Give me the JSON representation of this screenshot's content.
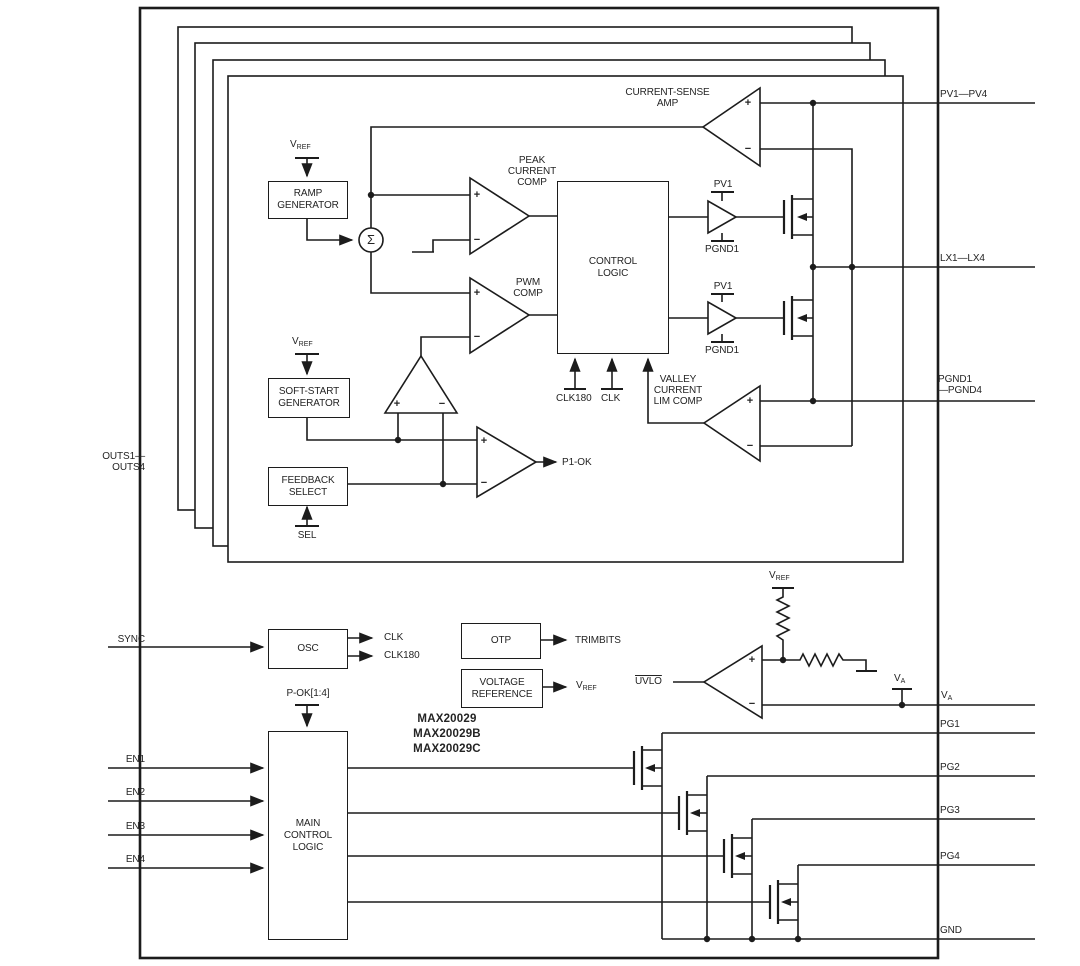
{
  "colors": {
    "ink": "#1c1c1c",
    "background": "#ffffff"
  },
  "symbols": {
    "plus": "+",
    "minus": "−",
    "sigma": "Σ"
  },
  "vlabels": {
    "v": "V",
    "ref": "REF",
    "a": "A"
  },
  "parts": {
    "l1": "MAX20029",
    "l2": "MAX20029B",
    "l3": "MAX20029C"
  },
  "blocks": {
    "ramp": "RAMP\nGENERATOR",
    "soft_start": "SOFT-START\nGENERATOR",
    "feedback_select": "FEEDBACK\nSELECT",
    "control_logic": "CONTROL\nLOGIC",
    "osc": "OSC",
    "otp": "OTP",
    "voltage_reference": "VOLTAGE\nREFERENCE",
    "main_control_logic": "MAIN\nCONTROL\nLOGIC"
  },
  "labels": {
    "current_sense_amp": "CURRENT-SENSE\nAMP",
    "peak_current_comp": "PEAK\nCURRENT\nCOMP",
    "pwm_comp": "PWM\nCOMP",
    "valley_comp": "VALLEY\nCURRENT\nLIM COMP",
    "pv1": "PV1",
    "pgnd1": "PGND1",
    "pv1_pv4": "PV1—PV4",
    "lx1_lx4": "LX1—LX4",
    "pgnd1_pgnd4": "PGND1\n—PGND4",
    "outs": "OUTS1—\nOUTS4",
    "sel": "SEL",
    "p1_ok": "P1-OK",
    "clk": "CLK",
    "clk180": "CLK180",
    "sync": "SYNC",
    "trimbits": "TRIMBITS",
    "uvlo": "UVLO",
    "p_ok_bus": "P-OK[1:4]",
    "en1": "EN1",
    "en2": "EN2",
    "en3": "EN3",
    "en4": "EN4",
    "pg1": "PG1",
    "pg2": "PG2",
    "pg3": "PG3",
    "pg4": "PG4",
    "gnd": "GND"
  }
}
